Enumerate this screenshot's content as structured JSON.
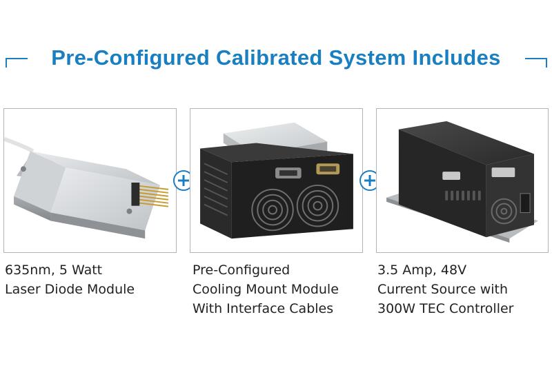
{
  "header": {
    "title": "Pre-Configured Calibrated System Includes"
  },
  "colors": {
    "accent": "#1a7fc1",
    "caption_text": "#222222",
    "panel_border": "#b3b3b3"
  },
  "items": [
    {
      "image": "laser-diode-module-photo",
      "lines": [
        "635nm, 5 Watt",
        "Laser Diode Module"
      ]
    },
    {
      "image": "cooling-mount-module-photo",
      "lines": [
        "Pre-Configured",
        "Cooling Mount Module",
        "With Interface Cables"
      ]
    },
    {
      "image": "current-source-tec-controller-photo",
      "lines": [
        "3.5 Amp, 48V",
        "Current Source with",
        "300W TEC Controller"
      ]
    }
  ],
  "separators": [
    "plus-icon",
    "plus-icon"
  ]
}
